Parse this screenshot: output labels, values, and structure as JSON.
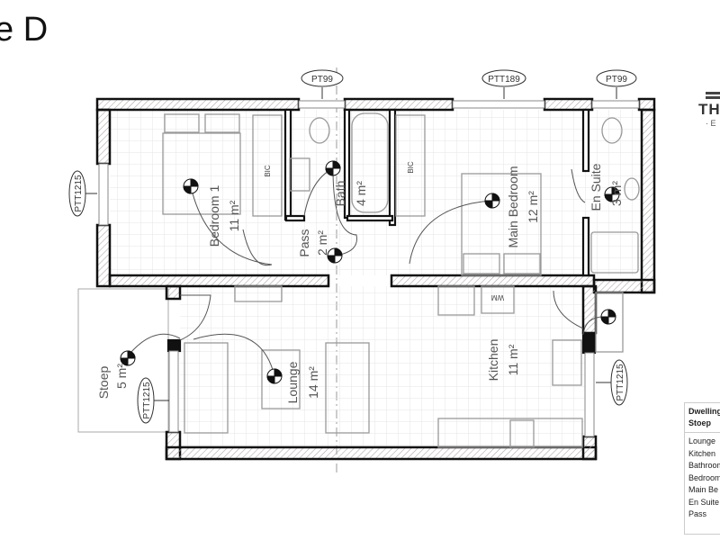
{
  "title": "e D",
  "rooms": {
    "bedroom1": {
      "name": "Bedroom 1",
      "area": "11 m²"
    },
    "pass": {
      "name": "Pass",
      "area": "2 m²"
    },
    "bath": {
      "name": "Bath",
      "area": "4 m²"
    },
    "main_bedroom": {
      "name": "Main Bedroom",
      "area": "12 m²"
    },
    "en_suite": {
      "name": "En Suite",
      "area": "3 m²"
    },
    "stoep": {
      "name": "Stoep",
      "area": "5 m²"
    },
    "lounge": {
      "name": "Lounge",
      "area": "14 m²"
    },
    "kitchen": {
      "name": "Kitchen",
      "area": "11 m²"
    }
  },
  "window_tags": [
    "PT99",
    "PTT189",
    "PT99",
    "PTT1215",
    "PTT1215",
    "PTT1215"
  ],
  "fixture_labels": {
    "bic": "BIC",
    "wm": "WM"
  },
  "logo": {
    "text": "TH",
    "sub": "· E"
  },
  "legend": {
    "header": [
      "Dwelling",
      "Stoep"
    ],
    "rows": [
      "Lounge",
      "Kitchen",
      "Bathroom",
      "Bedroom",
      "Main Be",
      "En Suite",
      "Pass"
    ]
  },
  "colors": {
    "wall": "#111111",
    "grid": "#e4e4e4",
    "hatch": "#b0a8a8",
    "furniture": "#999999"
  }
}
